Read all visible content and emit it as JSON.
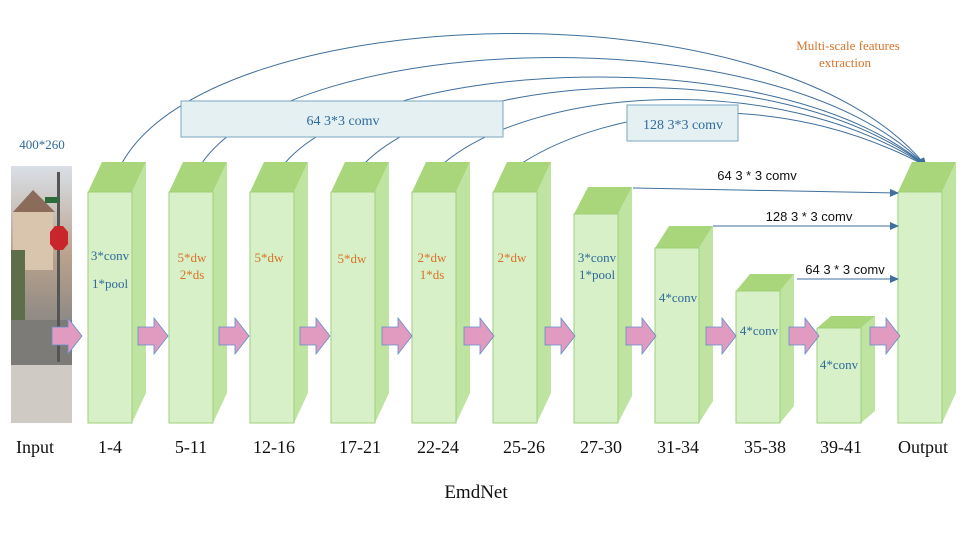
{
  "input": {
    "size_label": "400*260",
    "label": "Input"
  },
  "title": "EmdNet",
  "multiscale_note": [
    "Multi-scale features",
    "extraction"
  ],
  "skip_boxes": [
    {
      "text": "64   3*3 comv"
    },
    {
      "text": "128   3*3 comv"
    }
  ],
  "right_arrows": [
    {
      "text": "64  3 * 3 comv"
    },
    {
      "text": "128  3 * 3 comv"
    },
    {
      "text": "64  3 * 3 comv"
    }
  ],
  "blocks": [
    {
      "label": "1-4",
      "ops": [
        "3*conv",
        "1*pool"
      ],
      "op_color": "blue"
    },
    {
      "label": "5-11",
      "ops": [
        "5*dw",
        "2*ds"
      ],
      "op_color": "orange"
    },
    {
      "label": "12-16",
      "ops": [
        "5*dw"
      ],
      "op_color": "orange"
    },
    {
      "label": "17-21",
      "ops": [
        "5*dw"
      ],
      "op_color": "orange"
    },
    {
      "label": "22-24",
      "ops": [
        "2*dw",
        "1*ds"
      ],
      "op_color": "orange"
    },
    {
      "label": "25-26",
      "ops": [
        "2*dw"
      ],
      "op_color": "orange"
    },
    {
      "label": "27-30",
      "ops": [
        "3*conv",
        "1*pool"
      ],
      "op_color": "blue"
    },
    {
      "label": "31-34",
      "ops": [
        "4*conv"
      ],
      "op_color": "blue"
    },
    {
      "label": "35-38",
      "ops": [
        "4*conv"
      ],
      "op_color": "blue"
    },
    {
      "label": "39-41",
      "ops": [
        "4*conv"
      ],
      "op_color": "blue"
    },
    {
      "label": "Output",
      "ops": [],
      "op_color": "blue"
    }
  ],
  "colors": {
    "block_front": "#d8f0c8",
    "block_top": "#a9d67a",
    "block_side": "#bfe3a0",
    "block_stroke": "#9fcf7a",
    "arrow_fill": "#e29bc0",
    "arrow_stroke": "#5b8fc9",
    "curve": "#3f6f9c",
    "box_fill": "#e5f0f3",
    "box_stroke": "#7aa6c2",
    "text_blue": "#2f6a9a",
    "text_orange": "#d7742a",
    "black": "#111111"
  }
}
